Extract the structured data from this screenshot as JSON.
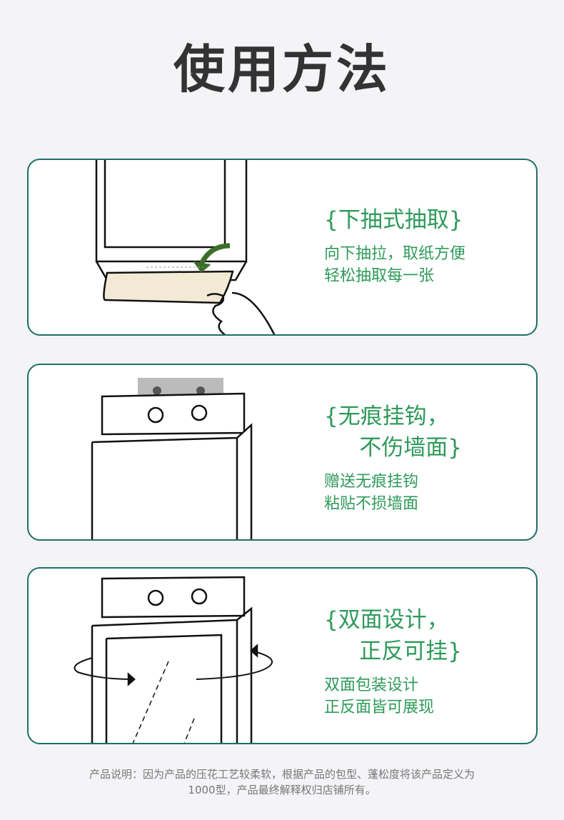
{
  "page_title": "使用方法",
  "cards": [
    {
      "heading": "{下抽式抽取}",
      "lines": [
        "向下抽拉，取纸方便",
        "轻松抽取每一张"
      ]
    },
    {
      "heading": "{无痕挂钩，\n     不伤墙面}",
      "lines": [
        "赠送无痕挂钩",
        "粘贴不损墙面"
      ]
    },
    {
      "heading": "{双面设计，\n     正反可挂}",
      "lines": [
        "双面包装设计",
        "正反面皆可展现"
      ]
    }
  ],
  "footnote": [
    "产品说明：因为产品的压花工艺较柔软，根据产品的包型、蓬松度将该产品定义为",
    "1000型，产品最终解释权归店铺所有。"
  ],
  "colors": {
    "accent": "#2e9a5a",
    "border": "#1d6f66",
    "paper": "#f3ead6"
  }
}
